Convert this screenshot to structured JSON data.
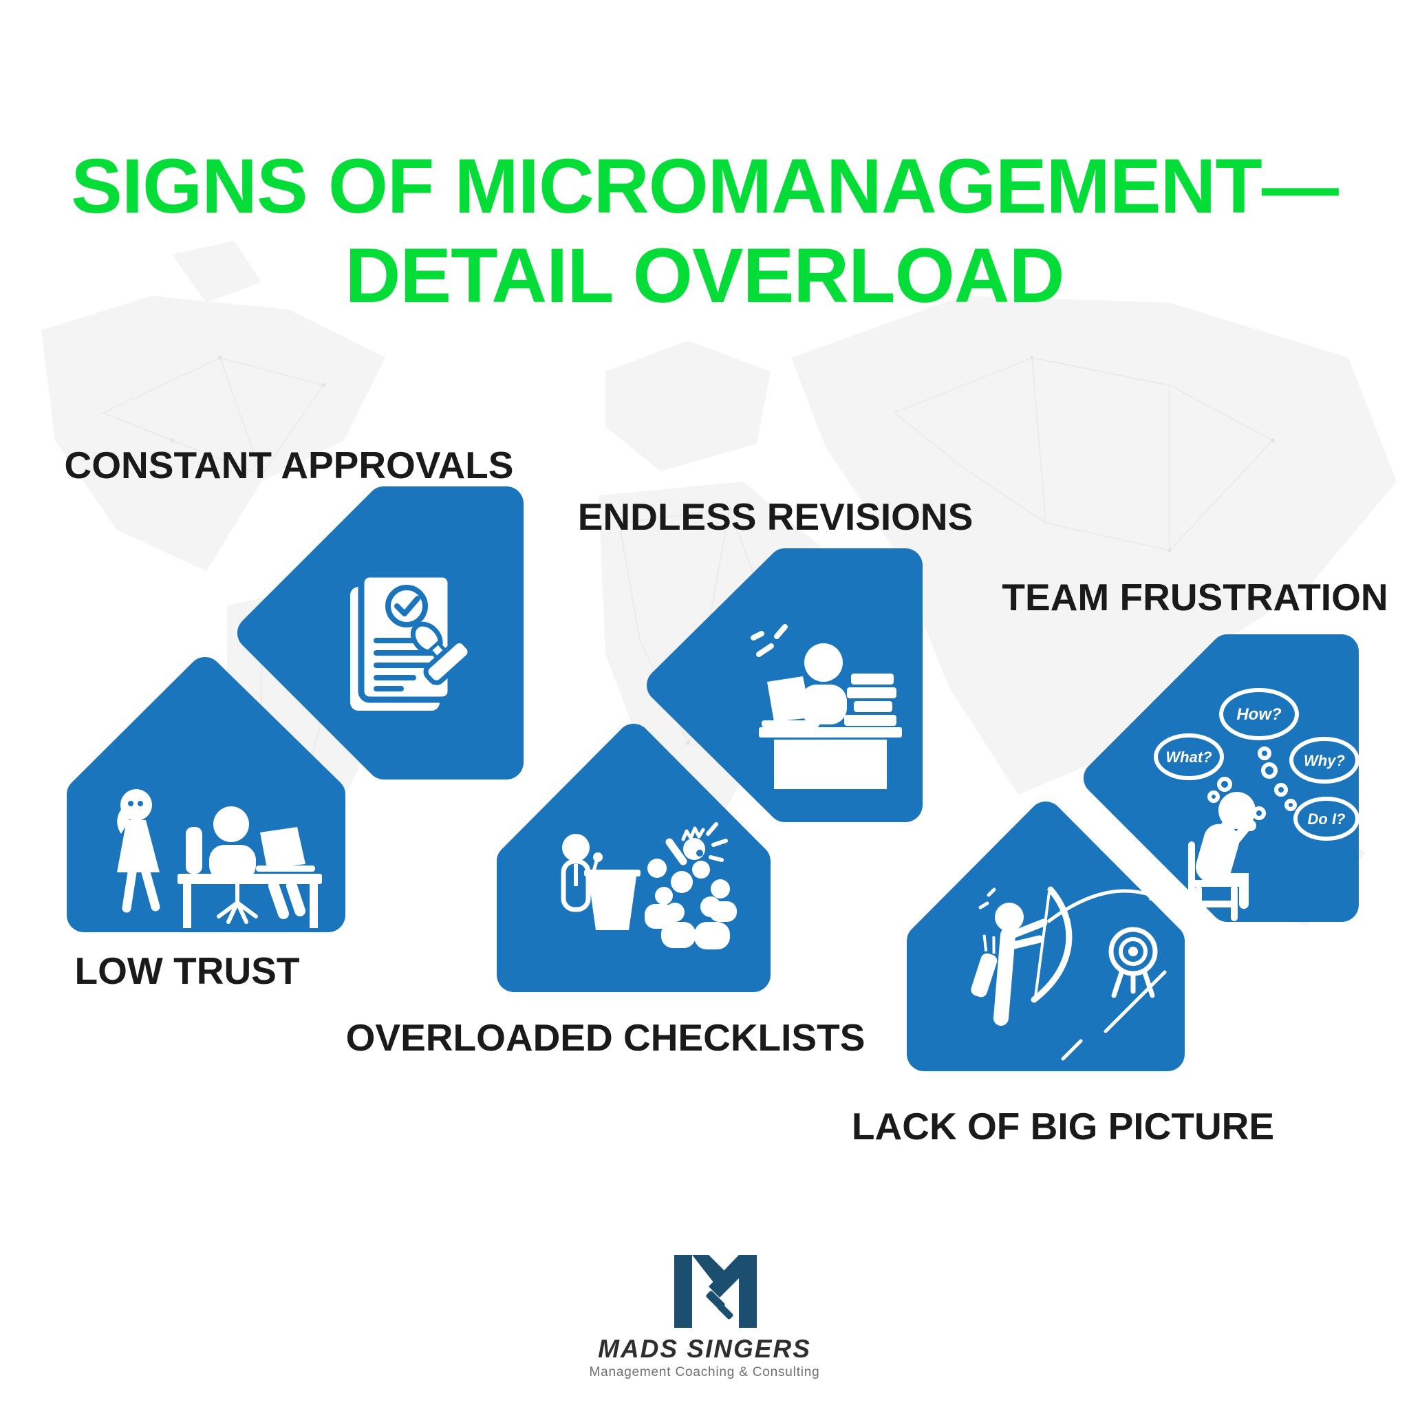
{
  "title": {
    "line1": "SIGNS OF MICROMANAGEMENT—",
    "line2": "DETAIL OVERLOAD"
  },
  "background": {
    "watermark": "world-map-network-icon"
  },
  "sections": [
    {
      "id": "constant-approvals",
      "label": "CONSTANT APPROVALS",
      "icon": "approved-document-stamp-icon"
    },
    {
      "id": "endless-revisions",
      "label": "ENDLESS REVISIONS",
      "icon": "worker-desk-paper-stack-icon"
    },
    {
      "id": "team-frustration",
      "label": "TEAM FRUSTRATION",
      "icon": "frustrated-thinker-icon",
      "thought_bubbles": [
        "What?",
        "How?",
        "Why?",
        "Do I?"
      ]
    },
    {
      "id": "low-trust",
      "label": "LOW TRUST",
      "icon": "supervisor-watching-worker-icon"
    },
    {
      "id": "overloaded-checklists",
      "label": "OVERLOADED CHECKLISTS",
      "icon": "podium-speaker-crowd-icon"
    },
    {
      "id": "lack-of-big-picture",
      "label": "LACK OF BIG PICTURE",
      "icon": "archer-missing-target-icon"
    }
  ],
  "footer": {
    "brand": "MADS SINGERS",
    "tagline": "Management Coaching & Consulting",
    "logo": "mads-singers-m-logo"
  },
  "colors": {
    "accent_green": "#04DD38",
    "shape_blue": "#1B75BC",
    "icon_white": "#FFFFFF",
    "label_black": "#1A1A1A",
    "logo_navy": "#1C4E6F",
    "tagline_gray": "#6E6E6E",
    "map_gray": "#F4F4F4"
  }
}
